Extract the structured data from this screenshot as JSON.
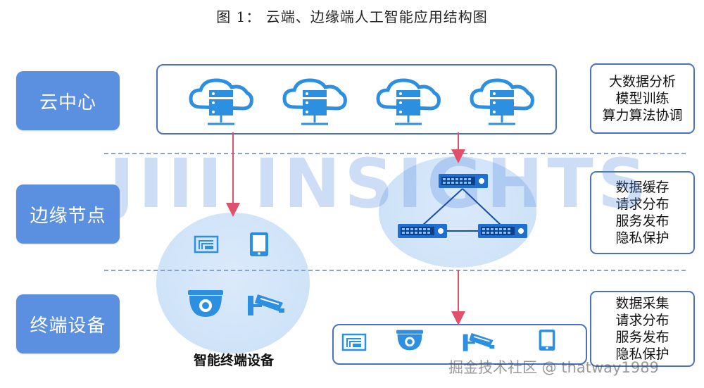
{
  "title": "图 1：   云端、边缘端人工智能应用结构图",
  "layers": {
    "cloud": "云中心",
    "edge": "边缘节点",
    "terminal": "终端设备"
  },
  "side_boxes": {
    "cloud": [
      "大数据分析",
      "模型训练",
      "算力算法协调"
    ],
    "edge": [
      "数据缓存",
      "请求分布",
      "服务发布",
      "隐私保护"
    ],
    "terminal": [
      "数据采集",
      "请求分布",
      "服务发布",
      "隐私保护"
    ]
  },
  "caption": "智能终端设备",
  "watermark": "JIII INSIGHTS",
  "credit": "掘金技术社区 @ thatway1989",
  "colors": {
    "label_bg": "#5b8fe0",
    "border": "#4a72c0",
    "arrow": "#e0506a",
    "icon": "#2d8fe0",
    "circle": "#d4e6fa"
  },
  "icons": [
    "cloud-server-icon",
    "network-switch-icon",
    "signal-device-icon",
    "tablet-icon",
    "dome-camera-icon",
    "security-camera-icon"
  ]
}
